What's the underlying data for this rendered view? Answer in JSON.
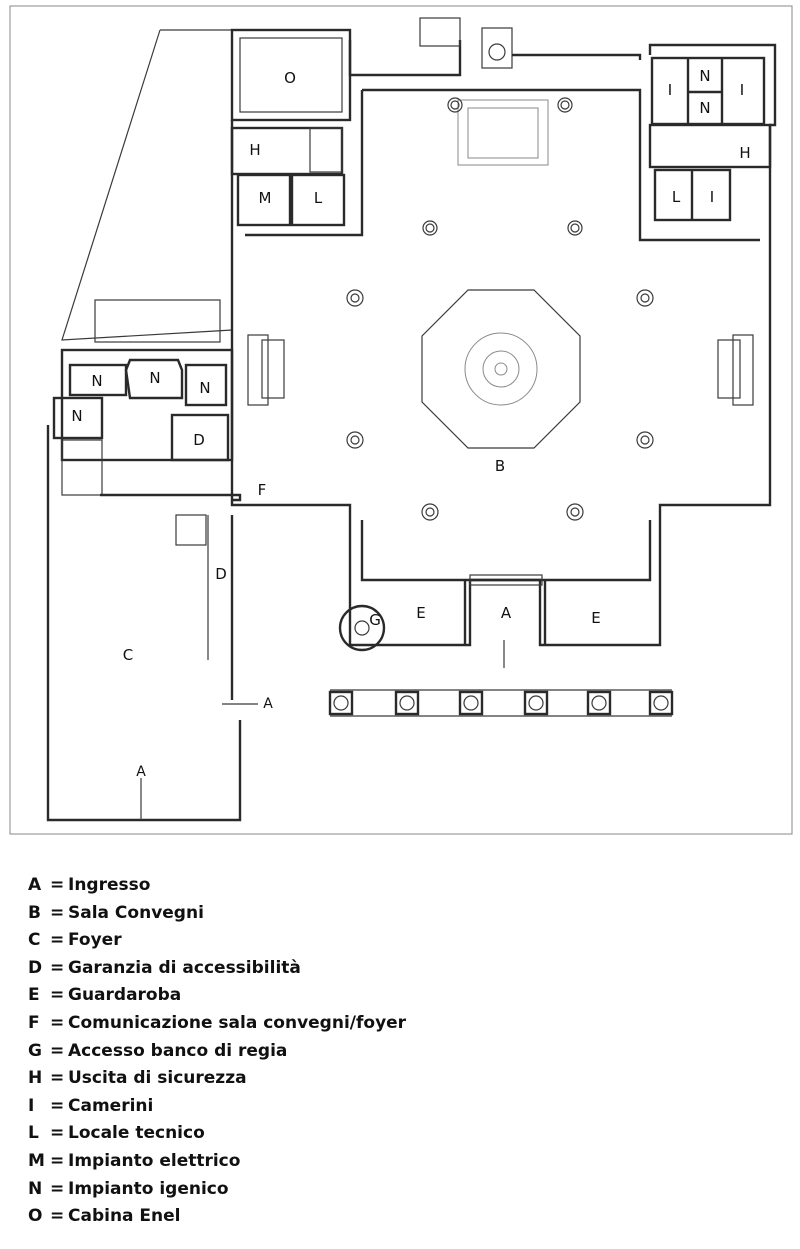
{
  "plan": {
    "rooms": [
      {
        "id": "O",
        "label": "O"
      },
      {
        "id": "H-left",
        "label": "H"
      },
      {
        "id": "M",
        "label": "M"
      },
      {
        "id": "L-left",
        "label": "L"
      },
      {
        "id": "I-1",
        "label": "I"
      },
      {
        "id": "N-top",
        "label": "N"
      },
      {
        "id": "N-mid",
        "label": "N"
      },
      {
        "id": "I-2",
        "label": "I"
      },
      {
        "id": "H-right",
        "label": "H"
      },
      {
        "id": "L-right",
        "label": "L"
      },
      {
        "id": "I-3",
        "label": "I"
      },
      {
        "id": "N-w1",
        "label": "N"
      },
      {
        "id": "N-w2",
        "label": "N"
      },
      {
        "id": "N-w3",
        "label": "N"
      },
      {
        "id": "N-w4",
        "label": "N"
      },
      {
        "id": "D-room",
        "label": "D"
      },
      {
        "id": "B",
        "label": "B"
      },
      {
        "id": "F",
        "label": "F"
      },
      {
        "id": "D-corridor",
        "label": "D"
      },
      {
        "id": "C",
        "label": "C"
      },
      {
        "id": "E-left",
        "label": "E"
      },
      {
        "id": "A-center",
        "label": "A"
      },
      {
        "id": "E-right",
        "label": "E"
      },
      {
        "id": "G",
        "label": "G"
      },
      {
        "id": "A-side",
        "label": "A"
      },
      {
        "id": "A-bottom",
        "label": "A"
      }
    ]
  },
  "legend": [
    {
      "key": "A",
      "eq": "=",
      "text": "Ingresso"
    },
    {
      "key": "B",
      "eq": "=",
      "text": "Sala Convegni"
    },
    {
      "key": "C",
      "eq": "=",
      "text": "Foyer"
    },
    {
      "key": "D",
      "eq": "=",
      "text": "Garanzia di accessibilità"
    },
    {
      "key": "E",
      "eq": "=",
      "text": "Guardaroba"
    },
    {
      "key": "F",
      "eq": "=",
      "text": "Comunicazione sala convegni/foyer"
    },
    {
      "key": "G",
      "eq": "=",
      "text": "Accesso banco di regia"
    },
    {
      "key": "H",
      "eq": "=",
      "text": "Uscita di sicurezza"
    },
    {
      "key": "I",
      "eq": "=",
      "text": "Camerini"
    },
    {
      "key": "L",
      "eq": "=",
      "text": "Locale tecnico"
    },
    {
      "key": "M",
      "eq": "=",
      "text": "Impianto elettrico"
    },
    {
      "key": "N",
      "eq": "=",
      "text": "Impianto igenico"
    },
    {
      "key": "O",
      "eq": "=",
      "text": "Cabina Enel"
    }
  ]
}
